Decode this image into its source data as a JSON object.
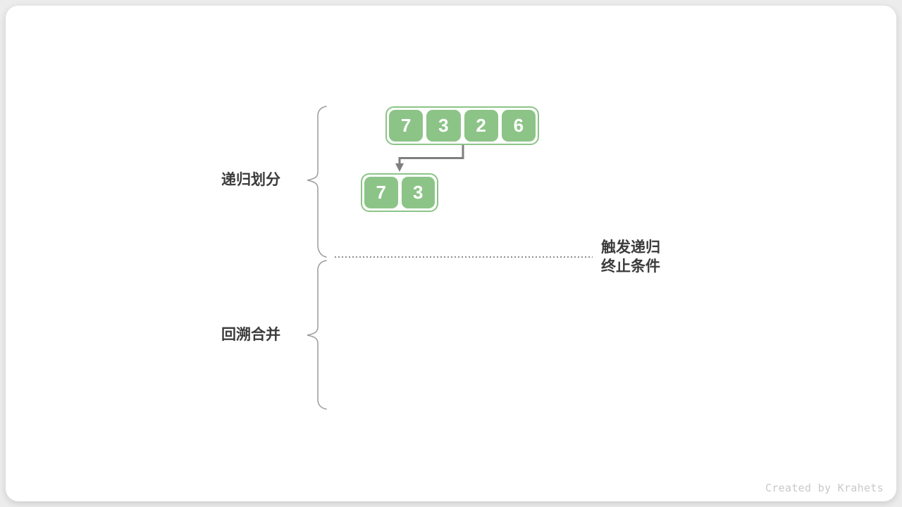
{
  "labels": {
    "phase_divide": "递归划分",
    "phase_merge": "回溯合并"
  },
  "annotation": {
    "line1": "触发递归",
    "line2": "终止条件"
  },
  "arrays": {
    "top": {
      "cells": [
        "7",
        "3",
        "2",
        "6"
      ]
    },
    "sub": {
      "cells": [
        "7",
        "3"
      ]
    }
  },
  "footer": {
    "credit": "Created by Krahets"
  },
  "colors": {
    "cell_green": "#8CC487",
    "arrow_gray": "#7F7F7F",
    "brace_gray": "#9B9B9B",
    "text_dark": "#3B3B3B",
    "footer_gray": "#C9C9C9",
    "page_bg": "#ECECEC"
  }
}
